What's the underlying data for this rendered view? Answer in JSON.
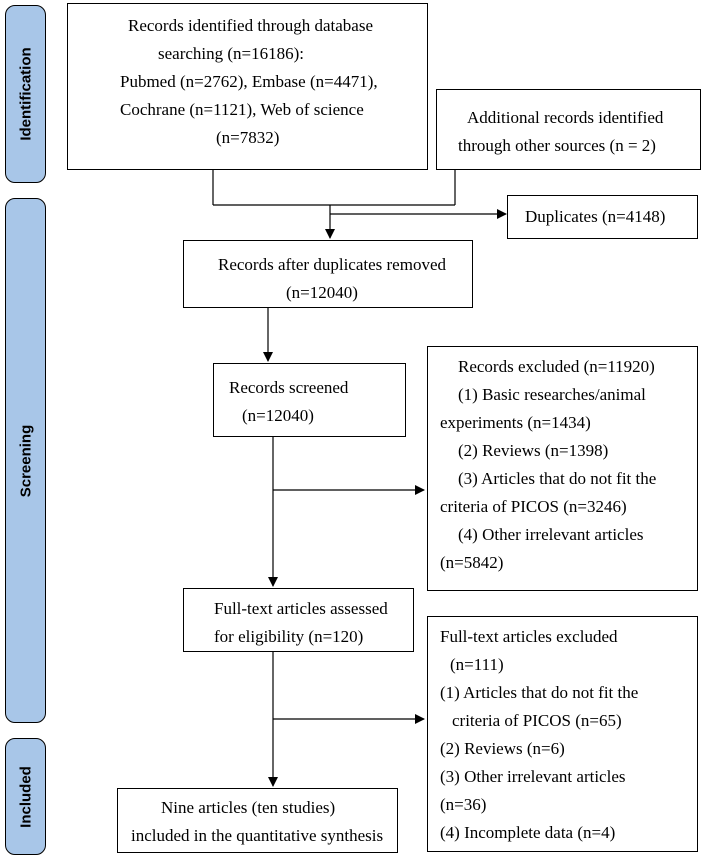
{
  "phases": {
    "identification": "Identification",
    "screening": "Screening",
    "included": "Included"
  },
  "boxes": {
    "database_search": [
      "Records identified through database",
      "searching (n=16186):",
      "Pubmed (n=2762), Embase (n=4471),",
      "Cochrane (n=1121), Web of science",
      "(n=7832)"
    ],
    "other_sources": [
      "Additional records identified",
      "through other sources (n = 2)"
    ],
    "duplicates": [
      "Duplicates (n=4148)"
    ],
    "after_duplicates": [
      "Records after duplicates removed",
      "(n=12040)"
    ],
    "screened": [
      "Records screened",
      "(n=12040)"
    ],
    "records_excluded": [
      "Records excluded (n=11920)",
      "(1) Basic researches/animal",
      "experiments (n=1434)",
      "(2) Reviews (n=1398)",
      "(3) Articles that do not fit the",
      "criteria of PICOS (n=3246)",
      "(4) Other irrelevant articles",
      "(n=5842)"
    ],
    "fulltext_assessed": [
      "Full-text articles assessed",
      "for eligibility (n=120)"
    ],
    "fulltext_excluded": [
      "Full-text articles excluded",
      "(n=111)",
      "(1) Articles that do not fit the",
      "criteria of PICOS (n=65)",
      "(2) Reviews (n=6)",
      "(3) Other irrelevant articles",
      "(n=36)",
      "(4) Incomplete data (n=4)"
    ],
    "included": [
      "Nine articles (ten studies)",
      "included in the quantitative synthesis"
    ]
  }
}
